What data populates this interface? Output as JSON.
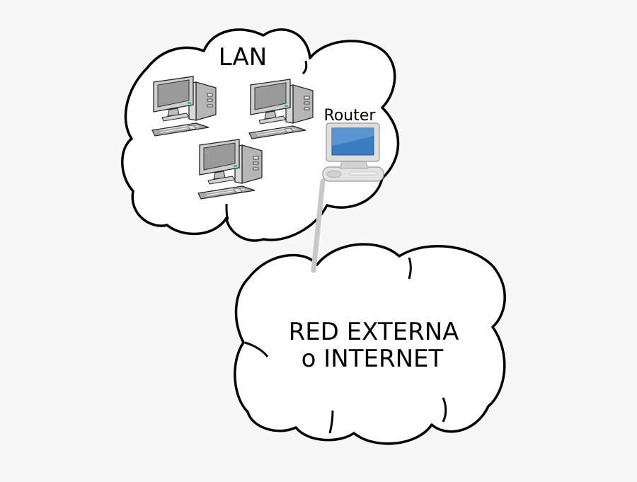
{
  "lan": {
    "label": "LAN"
  },
  "router": {
    "label": "Router"
  },
  "external": {
    "line1": "RED EXTERNA",
    "line2": "o INTERNET"
  },
  "icons": {
    "desktop": "desktop-computer-icon",
    "router": "router-computer-icon"
  },
  "colors": {
    "background": "#f7f7f7",
    "cloud_fill": "#ffffff",
    "cloud_stroke": "#000000",
    "computer_body": "#c8c8c8",
    "screen": "#9a9a9a",
    "router_screen": "#3a7cc0",
    "link": "#c8c8c8"
  }
}
